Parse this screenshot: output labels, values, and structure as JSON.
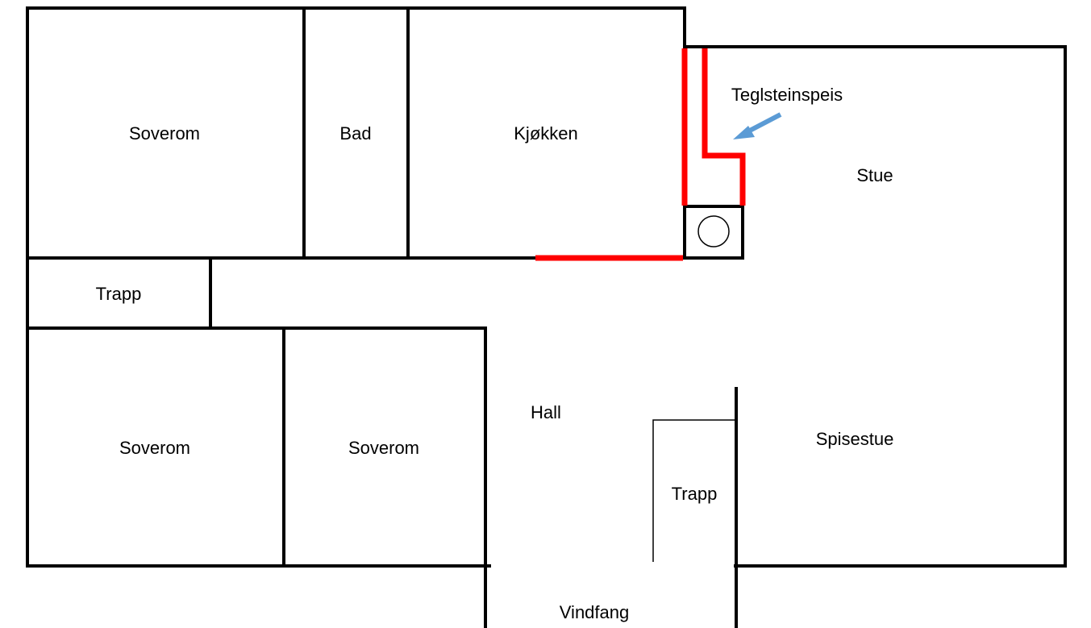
{
  "rooms": {
    "soverom_top": "Soverom",
    "bad": "Bad",
    "kjokken": "Kjøkken",
    "stue": "Stue",
    "trapp_left": "Trapp",
    "soverom_bottom_left": "Soverom",
    "soverom_bottom_mid": "Soverom",
    "hall": "Hall",
    "spisestue": "Spisestue",
    "trapp_center": "Trapp",
    "vindfang": "Vindfang"
  },
  "annotation": {
    "label": "Teglsteinspeis"
  },
  "colors": {
    "wall": "#000000",
    "highlight": "#ff0000",
    "arrow": "#5b9bd5"
  }
}
